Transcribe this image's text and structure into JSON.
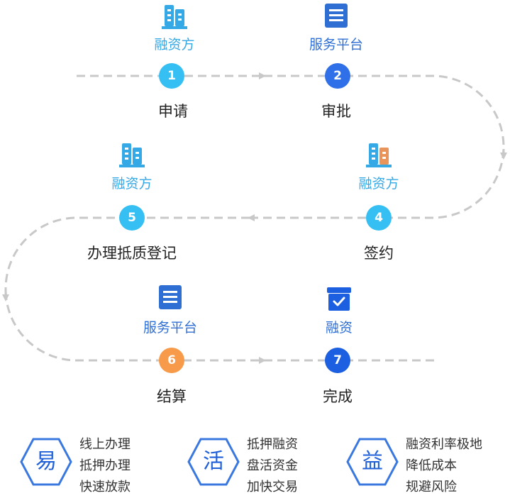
{
  "colors": {
    "path": "#c8c8c8",
    "step_light_blue": "#35bff3",
    "step_blue": "#2f6fe8",
    "step_deep_blue": "#1c5fe0",
    "step_orange": "#f79a4a",
    "party_light": "#35a8e6",
    "party_dark": "#2f6fd4"
  },
  "steps": [
    {
      "num": "1",
      "label": "申请",
      "party": "融资方",
      "party_icon": "building-icon"
    },
    {
      "num": "2",
      "label": "审批",
      "party": "服务平台",
      "party_icon": "list-icon"
    },
    {
      "num": "4",
      "label": "签约",
      "party": "融资方",
      "party_icon": "building-icon"
    },
    {
      "num": "5",
      "label": "办理抵质登记",
      "party": "融资方",
      "party_icon": "building-icon"
    },
    {
      "num": "6",
      "label": "结算",
      "party": "服务平台",
      "party_icon": "list-icon"
    },
    {
      "num": "7",
      "label": "完成",
      "party": "融资",
      "party_icon": "check-box-icon"
    }
  ],
  "features": [
    {
      "char": "易",
      "lines": [
        "线上办理",
        "抵押办理",
        "快速放款"
      ]
    },
    {
      "char": "活",
      "lines": [
        "抵押融资",
        "盘活资金",
        "加快交易"
      ]
    },
    {
      "char": "益",
      "lines": [
        "融资利率极地",
        "降低成本",
        "规避风险"
      ]
    }
  ]
}
